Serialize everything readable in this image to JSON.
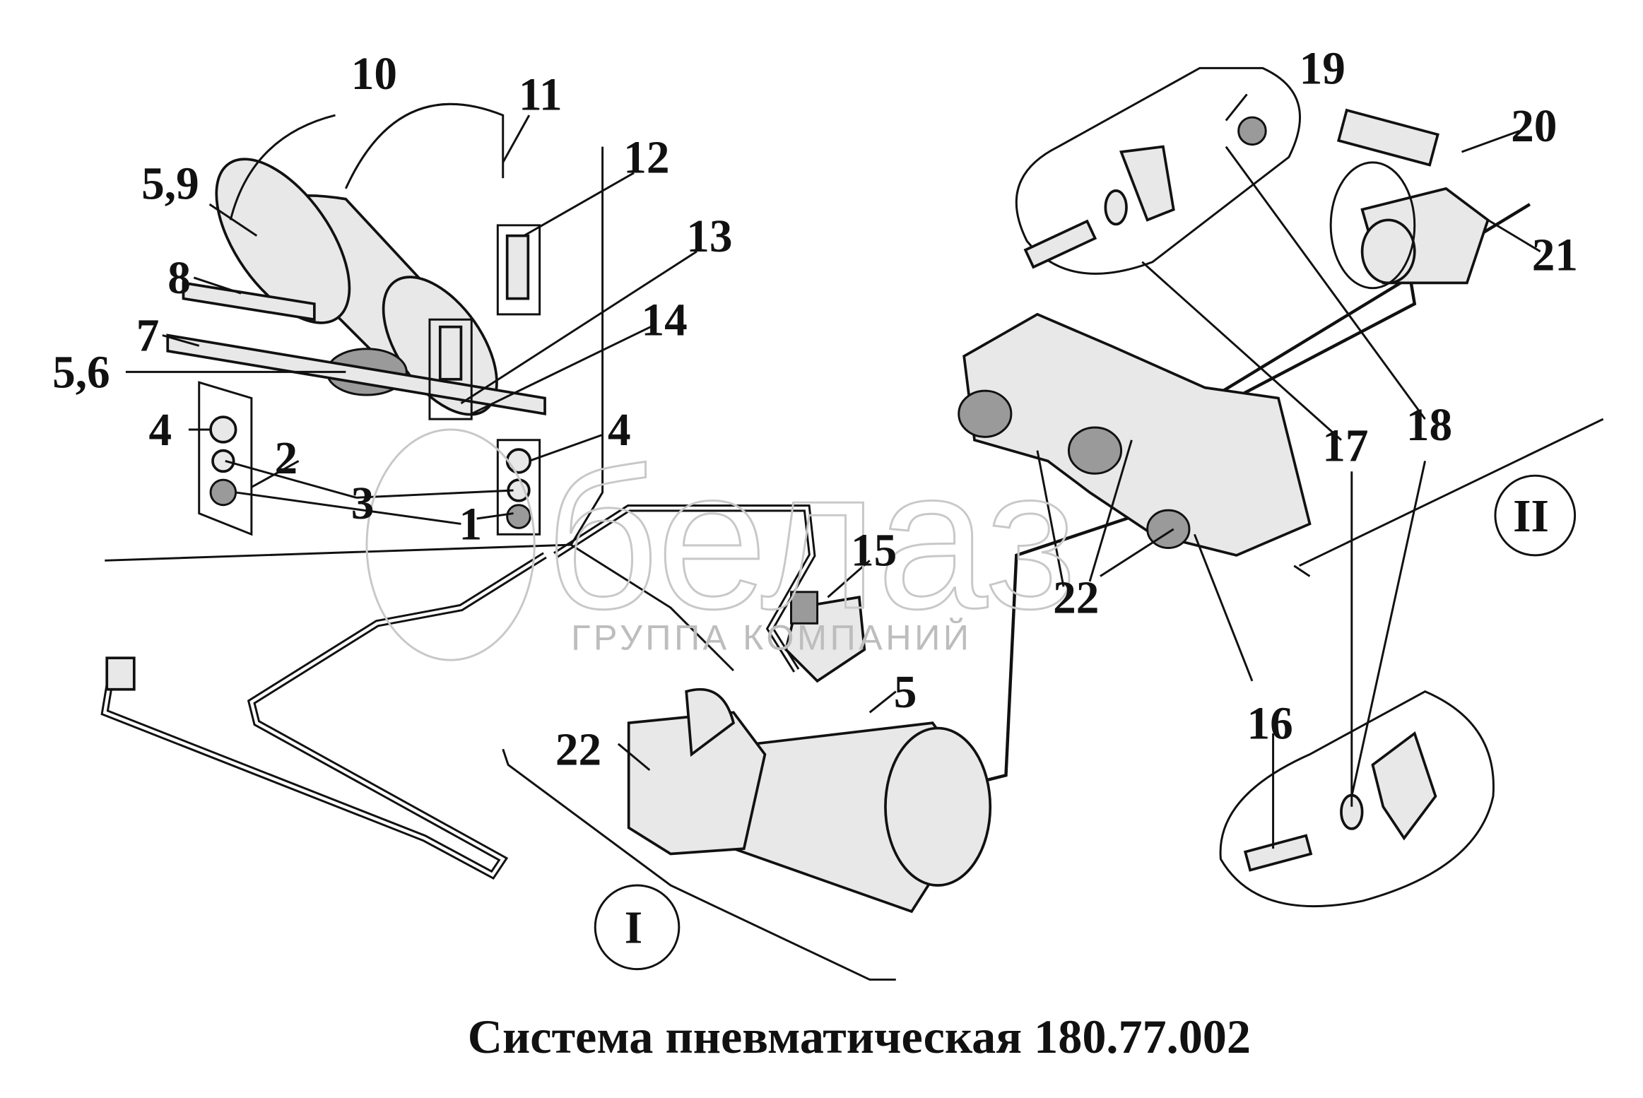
{
  "title": "Система пневматическая 180.77.002",
  "watermark": {
    "brand": "белаз",
    "subtitle": "ГРУППА КОМПАНИЙ"
  },
  "callouts": {
    "c10": "10",
    "c11": "11",
    "c12": "12",
    "c13": "13",
    "c14": "14",
    "c5_9": "5,9",
    "c8": "8",
    "c7": "7",
    "c5_6": "5,6",
    "c4a": "4",
    "c4b": "4",
    "c2": "2",
    "c3": "3",
    "c1": "1",
    "c15": "15",
    "c5": "5",
    "c22a": "22",
    "c22b": "22",
    "c19": "19",
    "c20": "20",
    "c21": "21",
    "c17": "17",
    "c18": "18",
    "c16": "16"
  },
  "views": {
    "view1": "I",
    "view2": "II"
  }
}
